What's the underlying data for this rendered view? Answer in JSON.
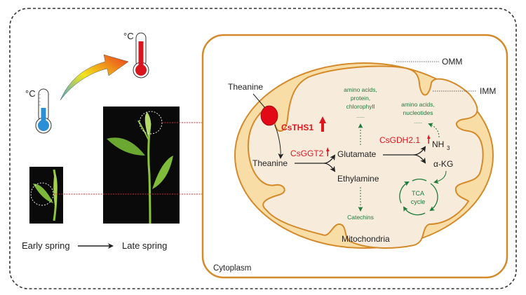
{
  "colors": {
    "membrane": "#d48a2a",
    "membrane_fill": "#f8dea6",
    "matrix_fill": "#f7ecdc",
    "red_label": "#e0161f",
    "green_label": "#1f7a3a",
    "text": "#222222",
    "dashed_link": "#c0303a"
  },
  "thermometers": {
    "cold_unit": "°C",
    "hot_unit": "°C"
  },
  "seasons": {
    "early_label": "Early spring",
    "late_label": "Late spring"
  },
  "cell": {
    "cytoplasm_label": "Cytoplasm",
    "mitochondria_label": "Mitochondria",
    "omm_label": "OMM",
    "imm_label": "IMM"
  },
  "pathway": {
    "theanine_outside": "Theanine",
    "theanine_inside": "Theanine",
    "transporter_gene": "CsTHS1",
    "ggt_gene": "CsGGT2",
    "gdh_gene": "CsGDH2.1",
    "glutamate": "Glutamate",
    "ethylamine": "Ethylamine",
    "nh3_main": "NH",
    "nh3_sub": "3",
    "akg": "α-KG",
    "tca_line1": "TCA",
    "tca_line2": "cycle",
    "glutamate_products": [
      "amino acids,",
      "protein,",
      "chlorophyll"
    ],
    "nh3_products": [
      "amino acids,",
      "nucleotides"
    ],
    "ethylamine_product": "Catechins",
    "ellipsis": "......"
  }
}
